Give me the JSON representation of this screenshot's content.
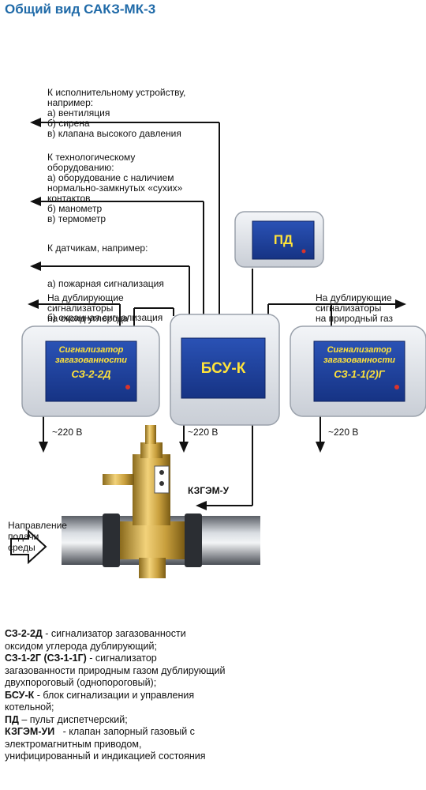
{
  "title": "Общий вид САКЗ-МК-3",
  "labels": {
    "actuator": [
      "К исполнительному устройству,",
      "например:",
      "а) вентиляция",
      "б) сирена",
      "в) клапана высокого давления"
    ],
    "tech": [
      "К технологическому",
      "оборудованию:",
      "а) оборудование с наличием",
      "нормально-замкнутых «сухих»",
      "контактов",
      "б) манометр",
      "в) термометр"
    ],
    "sensors": [
      "К датчикам, например:",
      "а) пожарная сигнализация",
      "б) охранная сигнализация"
    ],
    "dup_co": [
      "На дублирующие",
      "сигнализаторы",
      "на оксид углерода"
    ],
    "dup_gas": [
      "На дублирующие",
      "сигнализаторы",
      "на природный газ"
    ],
    "v220": "~220 В",
    "valve": "КЗГЭМ-У",
    "flow": [
      "Направление",
      "подачи",
      "среды"
    ]
  },
  "devices": {
    "pd": "ПД",
    "bsu": "БСУ-К",
    "left": {
      "line1": "Сигнализатор",
      "line2": "загазованности",
      "code": "СЗ-2-2Д"
    },
    "right": {
      "line1": "Сигнализатор",
      "line2": "загазованности",
      "code": "СЗ-1-1(2)Г"
    }
  },
  "legend": [
    {
      "term": "СЗ-2-2Д",
      "text": " - сигнализатор загазованности оксидом углерода дублирующий;"
    },
    {
      "term": "СЗ-1-2Г (СЗ-1-1Г)",
      "text": " - сигнализатор загазованности природным газом дублирующий двухпороговый (однопороговый);"
    },
    {
      "term": "БСУ-К",
      "text": " - блок сигнализации и управления котельной;"
    },
    {
      "term": "ПД",
      "text": " – пульт диспетчерский;"
    },
    {
      "term": "КЗГЭМ-УИ",
      "text": "   - клапан запорный газовый с электромагнитным приводом, унифицированный и индикацией состояния"
    }
  ],
  "colors": {
    "title": "#1f6aa8",
    "screen": "#1d3f9a",
    "screen_text": "#ffe33a",
    "housing": "#e4e7ec"
  }
}
